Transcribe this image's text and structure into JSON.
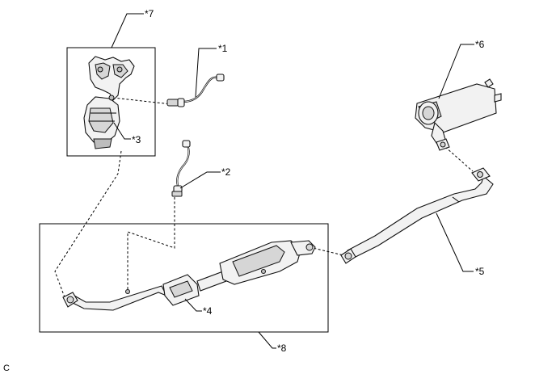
{
  "callouts": {
    "c1": "*1",
    "c2": "*2",
    "c3": "*3",
    "c4": "*4",
    "c5": "*5",
    "c6": "*6",
    "c7": "*7",
    "c8": "*8"
  },
  "corner_label": "C"
}
